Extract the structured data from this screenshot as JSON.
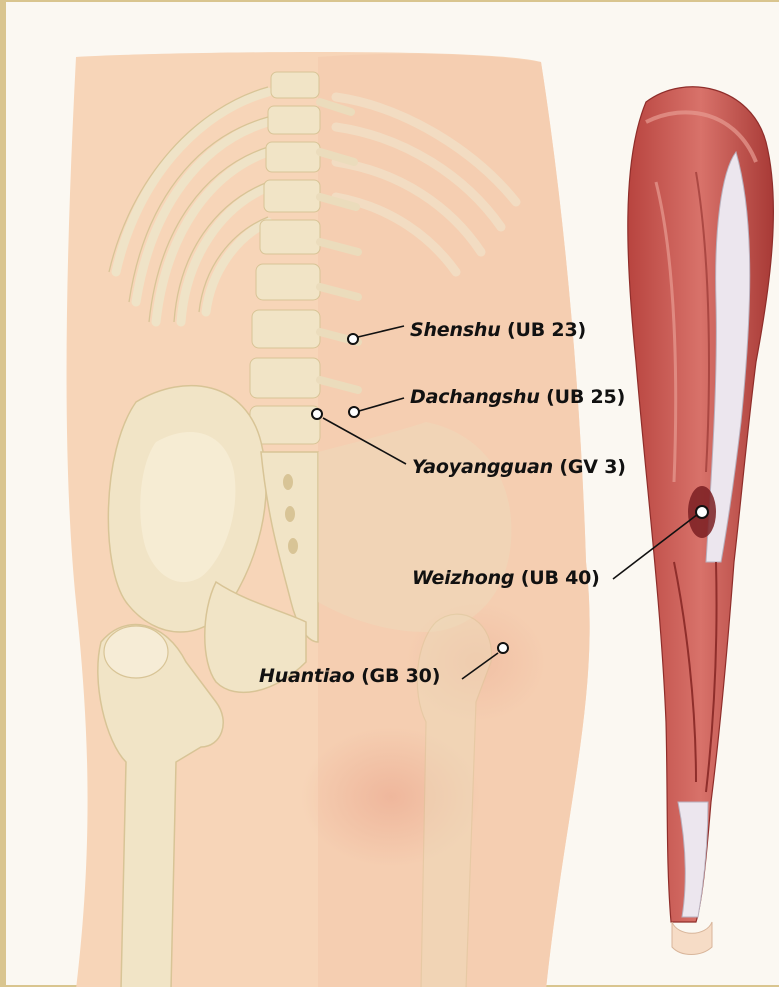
{
  "acupoints": [
    {
      "name": "Shenshu",
      "code": "(UB 23)"
    },
    {
      "name": "Dachangshu",
      "code": "(UB 25)"
    },
    {
      "name": "Yaoyangguan",
      "code": "(GV 3)"
    },
    {
      "name": "Weizhong",
      "code": "(UB 40)"
    },
    {
      "name": "Huantiao",
      "code": "(GB 30)"
    }
  ],
  "colors": {
    "skin": "#f6d3b6",
    "bone": "#f1e4c6",
    "muscle": "#c7504a",
    "tendon": "#e7e2ea",
    "background": "#fbf8f2",
    "border": "#d9c58f"
  }
}
